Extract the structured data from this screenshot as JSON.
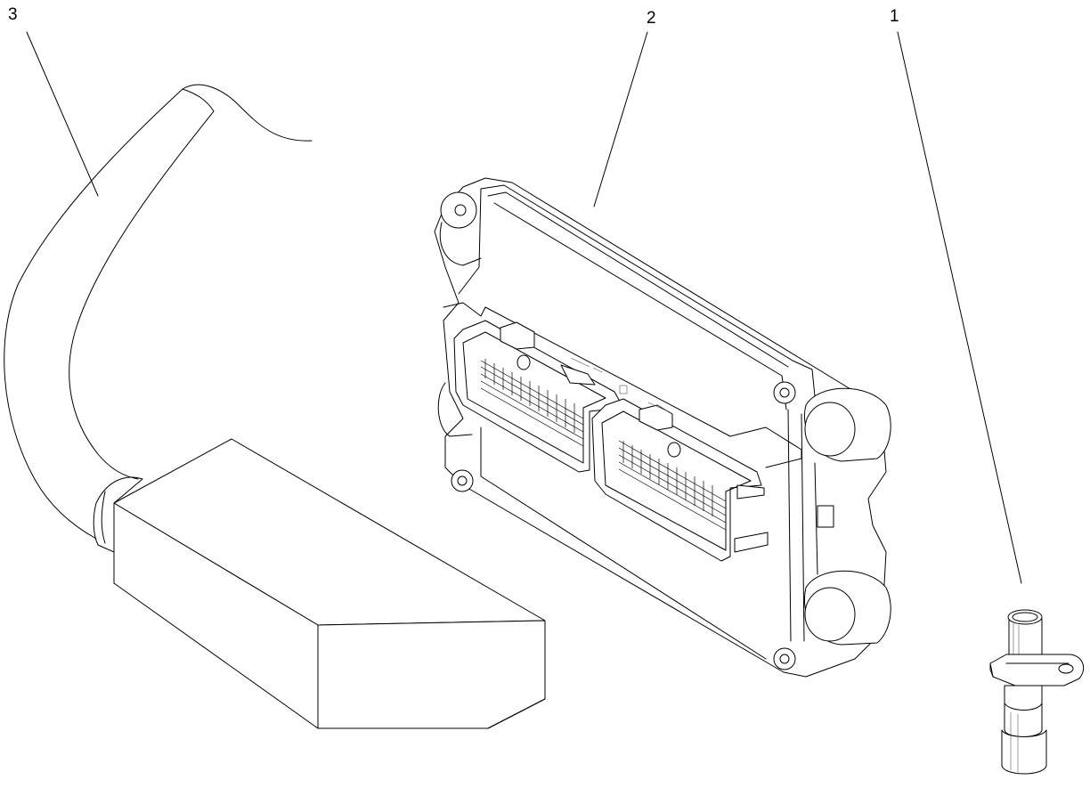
{
  "callouts": [
    {
      "id": "3",
      "label": "3"
    },
    {
      "id": "2",
      "label": "2"
    },
    {
      "id": "1",
      "label": "1"
    }
  ],
  "parts": [
    {
      "callout": "3",
      "icon": "wiring-harness-icon"
    },
    {
      "callout": "2",
      "icon": "control-module-icon"
    },
    {
      "callout": "1",
      "icon": "sensor-icon"
    }
  ]
}
